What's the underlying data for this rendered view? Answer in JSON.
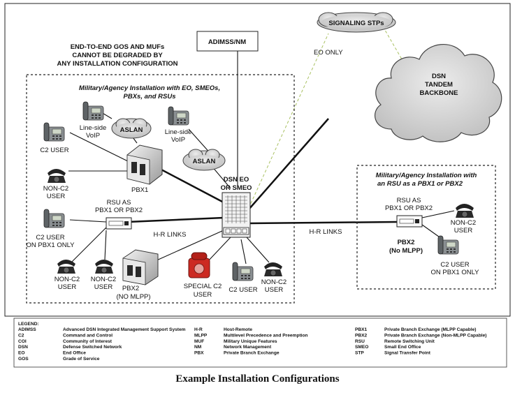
{
  "labels": {
    "adimss": "ADIMSS/NM",
    "signaling_stps": "SIGNALING STPs",
    "eo_only": "EO ONLY",
    "dsn_tandem": [
      "DSN",
      "TANDEM",
      "BACKBONE"
    ],
    "gos_note": [
      "END-TO-END GOS AND MUFs",
      "CANNOT BE DEGRADED BY",
      "ANY INSTALLATION CONFIGURATION"
    ],
    "left_install": [
      "Military/Agency Installation with EO, SMEOs,",
      "PBXs, and RSUs"
    ],
    "right_install": [
      "Military/Agency Installation with",
      "an RSU as a PBX1 or PBX2"
    ],
    "aslan": "ASLAN",
    "line_side_voip": [
      "Line-side",
      "VoIP"
    ],
    "c2_user": "C2 USER",
    "pbx1": "PBX1",
    "non_c2_user": [
      "NON-C2",
      "USER"
    ],
    "rsu_as_pbx": [
      "RSU AS",
      "PBX1 OR PBX2"
    ],
    "c2_user_on_pbx1": [
      "C2 USER",
      "ON PBX1 ONLY"
    ],
    "hr_links": "H-R LINKS",
    "dsn_eo": [
      "DSN EO",
      "OR SMEO"
    ],
    "pbx2_left": [
      "PBX2",
      "(NO MLPP)"
    ],
    "pbx2_right": [
      "PBX2",
      "(No MLPP)"
    ],
    "special_c2": [
      "SPECIAL C2",
      "USER"
    ]
  },
  "legend": {
    "title": "LEGEND:",
    "columns": [
      [
        {
          "abbr": "ADIMSS",
          "def": "Advanced DSN Integrated Management Support System"
        },
        {
          "abbr": "C2",
          "def": "Command and Control"
        },
        {
          "abbr": "COI",
          "def": "Community of Interest"
        },
        {
          "abbr": "DSN",
          "def": "Defense Switched Network"
        },
        {
          "abbr": "EO",
          "def": "End Office"
        },
        {
          "abbr": "GOS",
          "def": "Grade of Service"
        }
      ],
      [
        {
          "abbr": "H-R",
          "def": "Host-Remote"
        },
        {
          "abbr": "MLPP",
          "def": "Multilevel Precedence and Preemption"
        },
        {
          "abbr": "MUF",
          "def": "Military Unique Features"
        },
        {
          "abbr": "NM",
          "def": "Network Management"
        },
        {
          "abbr": "PBX",
          "def": "Private Branch Exchange"
        }
      ],
      [
        {
          "abbr": "PBX1",
          "def": "Private Branch Exchange (MLPP Capable)"
        },
        {
          "abbr": "PBX2",
          "def": "Private Branch Exchange (Non-MLPP Capable)"
        },
        {
          "abbr": "RSU",
          "def": "Remote Switching Unit"
        },
        {
          "abbr": "SMEO",
          "def": "Small End Office"
        },
        {
          "abbr": "STP",
          "def": "Signal Transfer Point"
        }
      ]
    ]
  },
  "caption": "Example Installation Configurations",
  "colors": {
    "accent_green": "#a8c060",
    "phone_red": "#cc2a22",
    "cloud_fill": "#d8d8d8"
  }
}
